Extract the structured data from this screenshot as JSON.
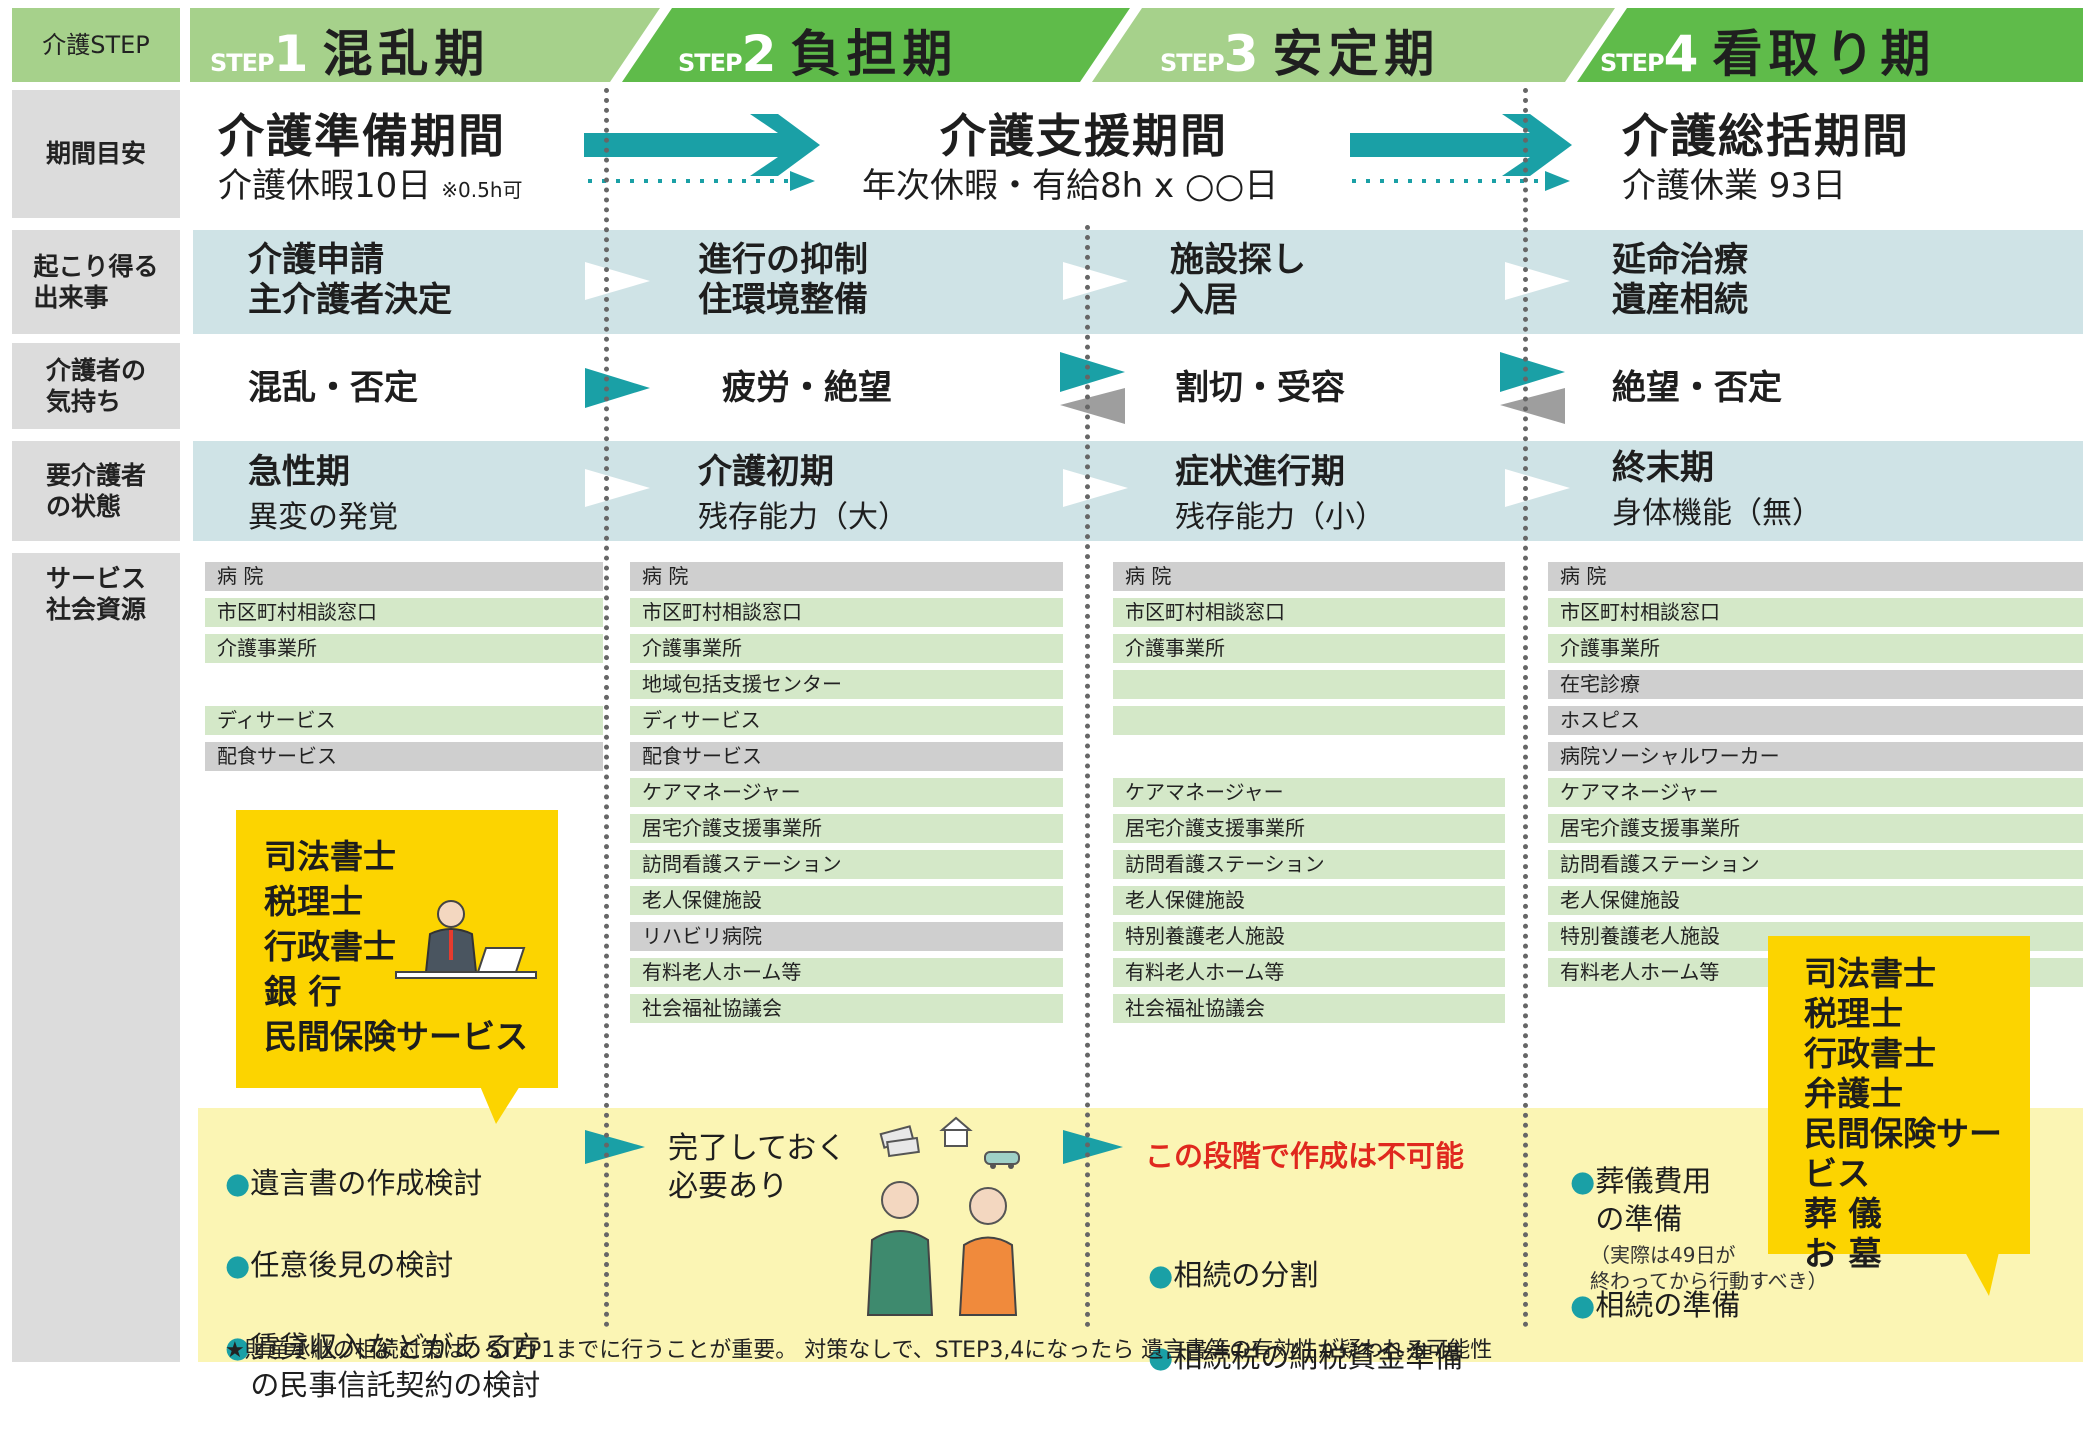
{
  "labels": {
    "step": "介護STEP",
    "period": "期間目安",
    "events": "起こり得る\n出来事",
    "feelings": "介護者の\n気持ち",
    "state": "要介護者\nの状態",
    "services": "サービス\n社会資源"
  },
  "steps": [
    {
      "prefix": "STEP",
      "num": "1",
      "name": "混乱期"
    },
    {
      "prefix": "STEP",
      "num": "2",
      "name": "負担期"
    },
    {
      "prefix": "STEP",
      "num": "3",
      "name": "安定期"
    },
    {
      "prefix": "STEP",
      "num": "4",
      "name": "看取り期"
    }
  ],
  "periods": [
    {
      "title": "介護準備期間",
      "sub": "介護休暇10日",
      "note": "※0.5h可"
    },
    {
      "title": "介護支援期間",
      "sub": "年次休暇・有給8h x ○○日"
    },
    {
      "title": "介護総括期間",
      "sub": "介護休業 93日"
    }
  ],
  "events": [
    {
      "l1": "介護申請",
      "l2": "主介護者決定"
    },
    {
      "l1": "進行の抑制",
      "l2": "住環境整備"
    },
    {
      "l1": "施設探し",
      "l2": "入居"
    },
    {
      "l1": "延命治療",
      "l2": "遺産相続"
    }
  ],
  "feelings": [
    "混乱・否定",
    "疲労・絶望",
    "割切・受容",
    "絶望・否定"
  ],
  "states": [
    {
      "l1": "急性期",
      "l2": "異変の発覚"
    },
    {
      "l1": "介護初期",
      "l2": "残存能力（大）"
    },
    {
      "l1": "症状進行期",
      "l2": "残存能力（小）"
    },
    {
      "l1": "終末期",
      "l2": "身体機能（無）"
    }
  ],
  "services": [
    [
      {
        "row": 0,
        "text": "病 院",
        "kind": "gray"
      },
      {
        "row": 1,
        "text": "市区町村相談窓口",
        "kind": "green"
      },
      {
        "row": 2,
        "text": "介護事業所",
        "kind": "green"
      },
      {
        "row": 4,
        "text": "ディサービス",
        "kind": "green"
      },
      {
        "row": 5,
        "text": "配食サービス",
        "kind": "gray"
      }
    ],
    [
      {
        "row": 0,
        "text": "病 院",
        "kind": "gray"
      },
      {
        "row": 1,
        "text": "市区町村相談窓口",
        "kind": "green"
      },
      {
        "row": 2,
        "text": "介護事業所",
        "kind": "green"
      },
      {
        "row": 3,
        "text": "地域包括支援センター",
        "kind": "green"
      },
      {
        "row": 4,
        "text": "ディサービス",
        "kind": "green"
      },
      {
        "row": 5,
        "text": "配食サービス",
        "kind": "gray"
      },
      {
        "row": 6,
        "text": "ケアマネージャー",
        "kind": "green"
      },
      {
        "row": 7,
        "text": "居宅介護支援事業所",
        "kind": "green"
      },
      {
        "row": 8,
        "text": "訪問看護ステーション",
        "kind": "green"
      },
      {
        "row": 9,
        "text": "老人保健施設",
        "kind": "green"
      },
      {
        "row": 10,
        "text": "リハビリ病院",
        "kind": "gray"
      },
      {
        "row": 11,
        "text": "有料老人ホーム等",
        "kind": "green"
      },
      {
        "row": 12,
        "text": "社会福祉協議会",
        "kind": "green"
      }
    ],
    [
      {
        "row": 0,
        "text": "病 院",
        "kind": "gray"
      },
      {
        "row": 1,
        "text": "市区町村相談窓口",
        "kind": "green"
      },
      {
        "row": 2,
        "text": "介護事業所",
        "kind": "green"
      },
      {
        "row": 6,
        "text": "ケアマネージャー",
        "kind": "green"
      },
      {
        "row": 7,
        "text": "居宅介護支援事業所",
        "kind": "green"
      },
      {
        "row": 8,
        "text": "訪問看護ステーション",
        "kind": "green"
      },
      {
        "row": 9,
        "text": "老人保健施設",
        "kind": "green"
      },
      {
        "row": 10,
        "text": "特別養護老人施設",
        "kind": "green"
      },
      {
        "row": 11,
        "text": "有料老人ホーム等",
        "kind": "green"
      },
      {
        "row": 12,
        "text": "社会福祉協議会",
        "kind": "green"
      }
    ],
    [
      {
        "row": 0,
        "text": "病 院",
        "kind": "gray"
      },
      {
        "row": 1,
        "text": "市区町村相談窓口",
        "kind": "green"
      },
      {
        "row": 2,
        "text": "介護事業所",
        "kind": "green"
      },
      {
        "row": 3,
        "text": "在宅診療",
        "kind": "gray"
      },
      {
        "row": 4,
        "text": "ホスピス",
        "kind": "gray"
      },
      {
        "row": 5,
        "text": "病院ソーシャルワーカー",
        "kind": "gray"
      },
      {
        "row": 6,
        "text": "ケアマネージャー",
        "kind": "green"
      },
      {
        "row": 7,
        "text": "居宅介護支援事業所",
        "kind": "green"
      },
      {
        "row": 8,
        "text": "訪問看護ステーション",
        "kind": "green"
      },
      {
        "row": 9,
        "text": "老人保健施設",
        "kind": "green"
      },
      {
        "row": 10,
        "text": "特別養護老人施設",
        "kind": "green"
      },
      {
        "row": 11,
        "text": "有料老人ホーム等",
        "kind": "green"
      }
    ]
  ],
  "extra_bars": [
    {
      "col": 2,
      "row": 3,
      "kind": "green"
    },
    {
      "col": 2,
      "row": 4,
      "kind": "green"
    }
  ],
  "experts_left": "司法書士\n税理士\n行政書士\n銀 行\n民間保険サービス",
  "experts_right": "司法書士\n税理士\n行政書士\n弁護士\n民間保険サービス\n葬 儀\nお 墓",
  "bottom": {
    "col1": [
      "遺言書の作成検討",
      "任意後見の検討",
      "賃貸収入などがある方\nの民事信託契約の検討"
    ],
    "col2": "完了しておく\n必要あり",
    "col3_warning": "この段階で作成は不可能",
    "col3": [
      "相続の分割",
      "相続税の納税資金準備"
    ],
    "col4": [
      "葬儀費用\nの準備",
      "相続の準備"
    ],
    "col4_note": "（実際は49日が\n終わってから行動すべき）",
    "footer": "★財産承継の相続対策は、STEP1までに行うことが重要。 対策なしで、STEP3,4になったら 遺言書等の有効性が疑われる可能性"
  },
  "colors": {
    "green_dark": "#5fbb4a",
    "green_light": "#a6d18b",
    "teal": "#1aa0a6",
    "yellow": "#fcd400",
    "band": "#cfe3e6",
    "label_gray": "#dcdcdc",
    "bottom_bg": "#fbf5b4",
    "warning_red": "#e0281e"
  }
}
